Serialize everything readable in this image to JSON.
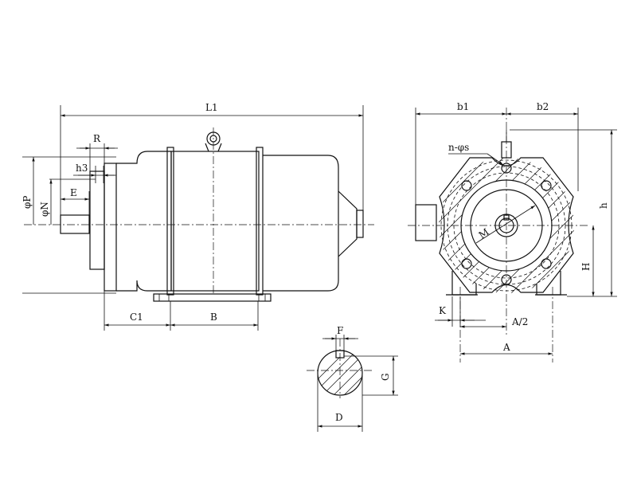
{
  "diagram": {
    "labels": {
      "L1": "L1",
      "R": "R",
      "h3": "h3",
      "E": "E",
      "phiP": "φP",
      "phiN": "φN",
      "C1": "C1",
      "B": "B",
      "b1": "b1",
      "b2": "b2",
      "n_phi_s": "n-φs",
      "M": "M",
      "h": "h",
      "H": "H",
      "K": "K",
      "A_half": "A/2",
      "A": "A",
      "F": "F",
      "G": "G",
      "D": "D"
    }
  }
}
